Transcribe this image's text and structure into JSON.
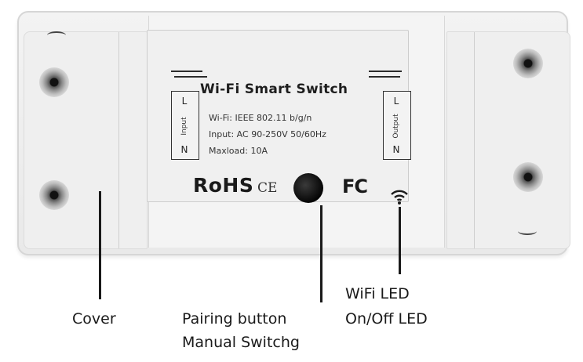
{
  "device": {
    "title": "Wi-Fi Smart Switch",
    "specs": [
      "Wi-Fi: IEEE 802.11 b/g/n",
      "Input: AC 90-250V 50/60Hz",
      "Maxload: 10A"
    ],
    "input_terminal": {
      "top": "L",
      "label": "Input",
      "bottom": "N"
    },
    "output_terminal": {
      "top": "L",
      "label": "Output",
      "bottom": "N"
    },
    "marks": {
      "rohs": "RoHS",
      "ce": "CE",
      "fc": "FC"
    }
  },
  "callouts": {
    "cover": "Cover",
    "pairing_line1": "Pairing button",
    "pairing_line2": "Manual Switchg",
    "led_line1": "WiFi LED",
    "led_line2": "On/Off LED"
  }
}
